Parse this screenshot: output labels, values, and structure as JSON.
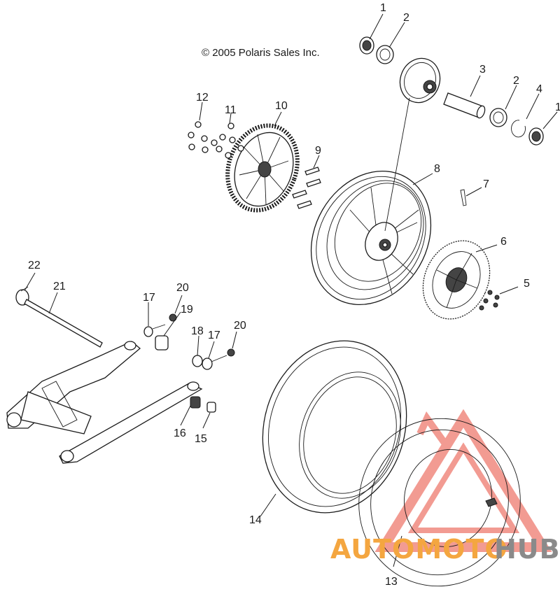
{
  "copyright": "© 2005 Polaris Sales Inc.",
  "watermark": {
    "part1": "AUTOMOTO",
    "part2": "HUB",
    "color1": "#f4a640",
    "color2": "#8a8a8a",
    "logo_color": "#f08a80"
  },
  "callouts": {
    "c1a": "1",
    "c1b": "1",
    "c2a": "2",
    "c2b": "2",
    "c3": "3",
    "c4": "4",
    "c5": "5",
    "c6": "6",
    "c7": "7",
    "c8": "8",
    "c9": "9",
    "c10": "10",
    "c11": "11",
    "c12": "12",
    "c13": "13",
    "c14": "14",
    "c15": "15",
    "c16": "16",
    "c17a": "17",
    "c17b": "17",
    "c18": "18",
    "c19": "19",
    "c20a": "20",
    "c20b": "20",
    "c21": "21",
    "c22": "22"
  }
}
